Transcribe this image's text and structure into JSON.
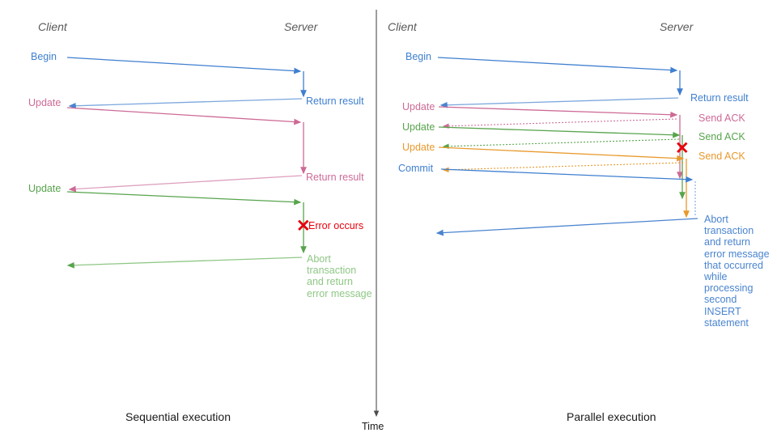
{
  "colors": {
    "blue": "#3f7fcf",
    "blue_light": "#7ba7dd",
    "pink": "#cd6a96",
    "pink_light": "#dda0be",
    "green": "#57a44c",
    "green_light": "#8fc785",
    "orange": "#e8992c",
    "orange_light": "#f2bf72",
    "red": "#e8000d",
    "grey": "#595959",
    "axis": "#4d4d4d",
    "caption": "#1a1a1a"
  },
  "time_axis": {
    "label": "Time",
    "name": "time-axis"
  },
  "left_panel": {
    "caption": "Sequential execution",
    "headers": {
      "client": "Client",
      "server": "Server"
    },
    "messages": [
      {
        "label": "Begin",
        "color": "blue",
        "dir": "to-server"
      },
      {
        "label": "Return result",
        "color": "blue",
        "dir": "to-client"
      },
      {
        "label": "Update",
        "color": "pink",
        "dir": "to-server"
      },
      {
        "label": "Return result",
        "color": "pink",
        "dir": "to-client"
      },
      {
        "label": "Update",
        "color": "green",
        "dir": "to-server"
      },
      {
        "label": "Abort\ntransaction\nand return\nerror message",
        "color": "green",
        "dir": "to-client"
      }
    ],
    "error": {
      "mark": "✕",
      "label": "Error occurs",
      "color": "red"
    },
    "abort_note": "Abort\ntransaction\nand return\nerror message"
  },
  "right_panel": {
    "caption": "Parallel execution",
    "headers": {
      "client": "Client",
      "server": "Server"
    },
    "messages": [
      {
        "label": "Begin",
        "color": "blue",
        "dir": "to-server"
      },
      {
        "label": "Return result",
        "color": "blue",
        "dir": "to-client"
      },
      {
        "label": "Update",
        "color": "pink",
        "dir": "to-server"
      },
      {
        "label": "Send ACK",
        "color": "pink",
        "dir": "to-client"
      },
      {
        "label": "Update",
        "color": "green",
        "dir": "to-server"
      },
      {
        "label": "Send ACK",
        "color": "green",
        "dir": "to-client"
      },
      {
        "label": "Update",
        "color": "orange",
        "dir": "to-server"
      },
      {
        "label": "Send ACK",
        "color": "orange",
        "dir": "to-client"
      },
      {
        "label": "Commit",
        "color": "blue",
        "dir": "to-server"
      }
    ],
    "error": {
      "mark": "✕",
      "color": "red"
    },
    "abort_note": "Abort\ntransaction\nand return\nerror message\nthat occurred\nwhile\nprocessing\nsecond\nINSERT\nstatement"
  }
}
